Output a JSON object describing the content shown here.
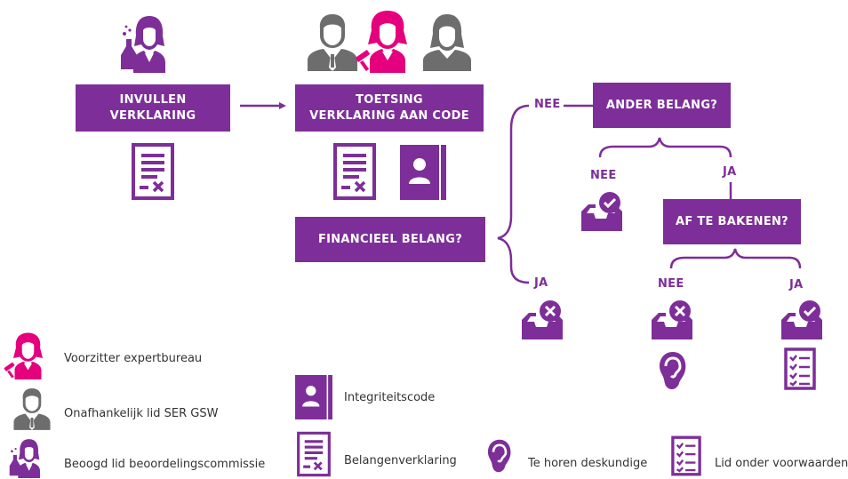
{
  "colors": {
    "purple": "#7d2e98",
    "pink": "#e5007d",
    "grey": "#6d6d6d"
  },
  "flow": {
    "step1": {
      "line1": "INVULLEN",
      "line2": "VERKLARING"
    },
    "step2": {
      "line1": "TOETSING",
      "line2": "VERKLARING AAN CODE"
    },
    "financieel": "FINANCIEEL BELANG?",
    "ander": "ANDER BELANG?",
    "afbakenen": "AF TE BAKENEN?",
    "nee_top": "NEE",
    "ja_bottom": "JA",
    "nee_ander": "NEE",
    "ja_ander": "JA",
    "nee_afb": "NEE",
    "ja_afb": "JA"
  },
  "legend": {
    "voorzitter": "Voorzitter expertbureau",
    "onafhankelijk": "Onafhankelijk lid SER GSW",
    "beoogd": "Beoogd lid beoordelingscommissie",
    "integriteitscode": "Integriteitscode",
    "belangenverklaring": "Belangenverklaring",
    "deskundige": "Te horen deskundige",
    "voorwaarden": "Lid onder voorwaarden"
  },
  "icons": [
    "scientist-icon",
    "man-icon",
    "chair-woman-icon",
    "woman-icon",
    "declaration-icon",
    "code-book-icon",
    "tray-check-icon",
    "tray-cross-icon",
    "ear-icon",
    "checklist-icon"
  ]
}
